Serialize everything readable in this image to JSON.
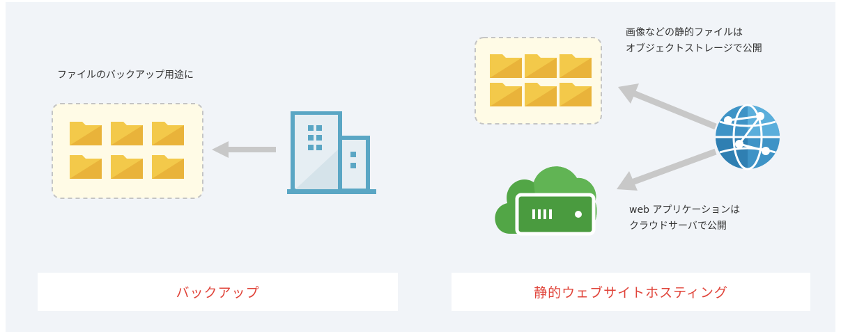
{
  "backup": {
    "caption": "ファイルのバックアップ用途に",
    "label": "バックアップ"
  },
  "hosting": {
    "caption_static": [
      "画像などの静的ファイルは",
      "オブジェクトストレージで公開"
    ],
    "caption_web": [
      "web アプリケーションは",
      "クラウドサーバで公開"
    ],
    "label": "静的ウェブサイトホスティング"
  },
  "colors": {
    "accent": "#e0443a",
    "folder": "#f0c13c",
    "arrow": "#c8c8c8",
    "building": "#5aa6c4",
    "cloud": "#52a646",
    "globe": "#3e93c6"
  },
  "icons": [
    "folder-icon",
    "office-building-icon",
    "cloud-server-icon",
    "globe-network-icon",
    "arrow-left-icon"
  ]
}
